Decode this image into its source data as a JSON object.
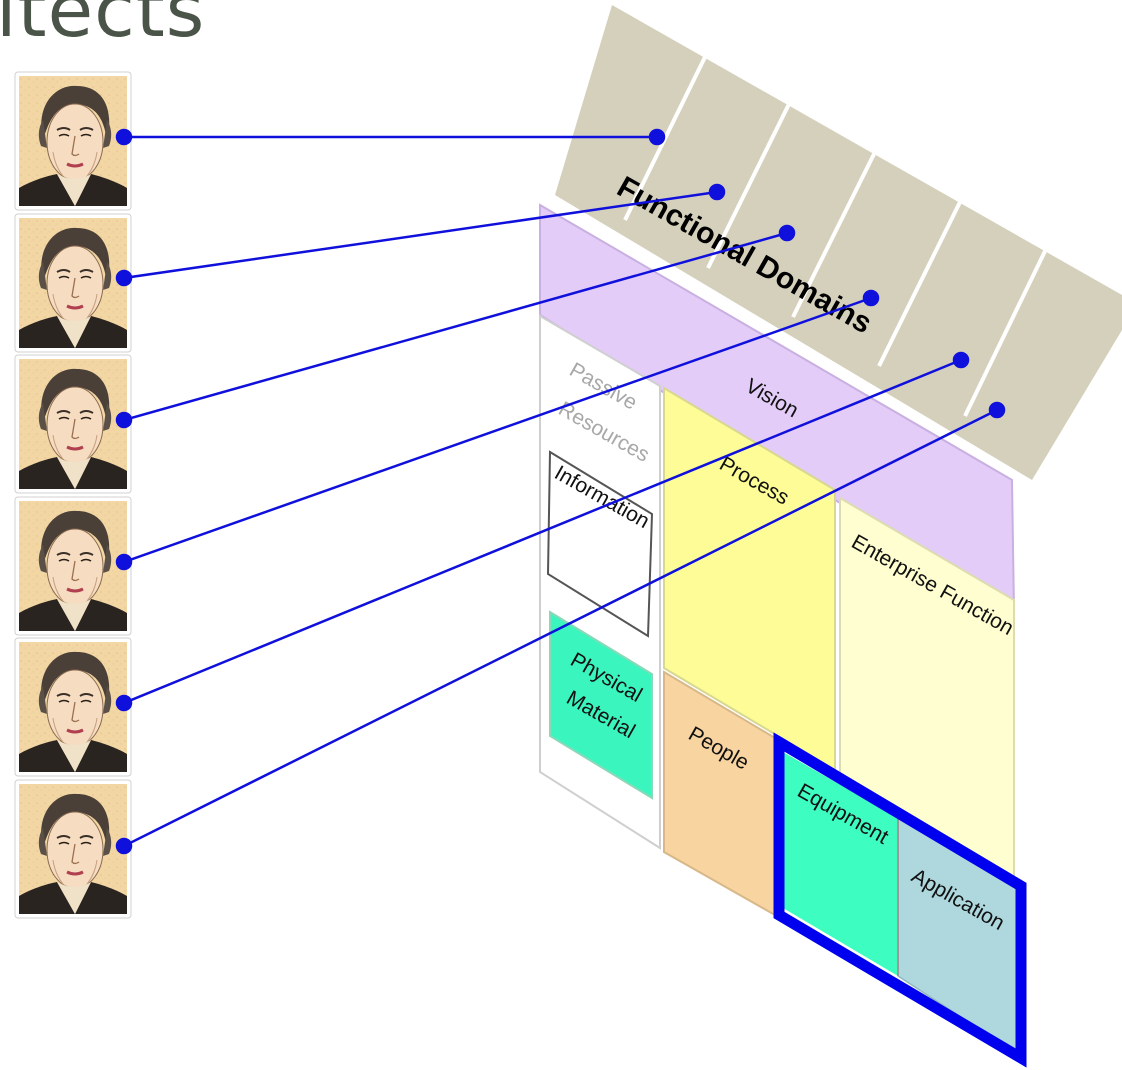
{
  "title_fragment": "itects",
  "functional_domains_label": "Functional Domains",
  "blocks": {
    "vision": "Vision",
    "passive_line1": "Passive",
    "passive_line2": "Resources",
    "information": "Information",
    "process": "Process",
    "enterprise_function": "Enterprise Function",
    "physical_line1": "Physical",
    "physical_line2": "Material",
    "people": "People",
    "equipment": "Equipment",
    "application": "Application"
  },
  "architects": [
    {
      "name": "architect-portrait-1"
    },
    {
      "name": "architect-portrait-2"
    },
    {
      "name": "architect-portrait-3"
    },
    {
      "name": "architect-portrait-4"
    },
    {
      "name": "architect-portrait-5"
    },
    {
      "name": "architect-portrait-6"
    }
  ],
  "colors": {
    "connector": "#1010dd",
    "domain_strip": "#d5d0bc",
    "vision": "#e4ccf8",
    "process": "#fdfc96",
    "enterprise_function": "#fefed0",
    "physical_material": "#3bf5bf",
    "people": "#f8d4a0",
    "equipment": "#3dfdc0",
    "application": "#aed8de",
    "highlight_border": "#0000ee"
  }
}
